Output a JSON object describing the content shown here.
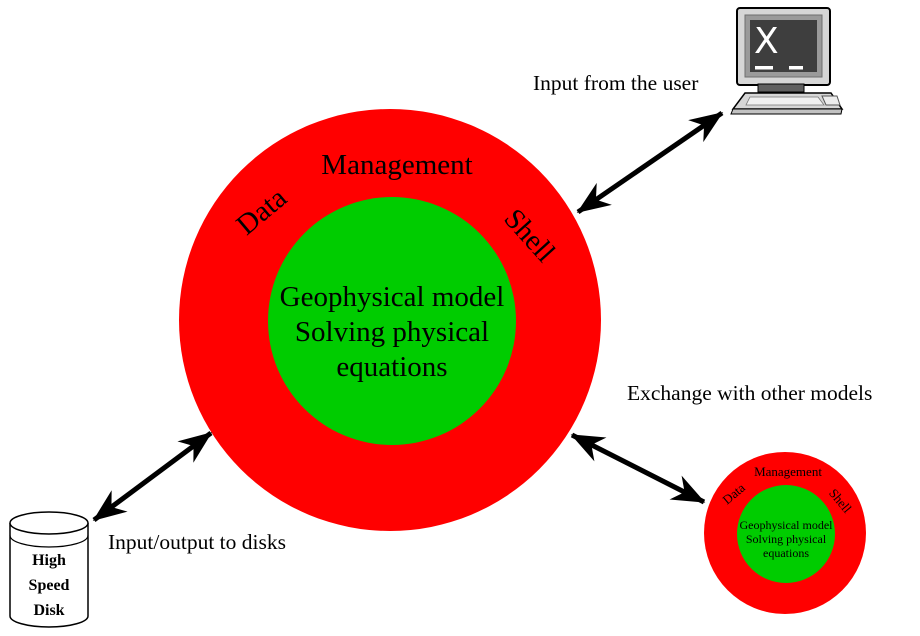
{
  "circle": {
    "management": "Management",
    "data": "Data",
    "shell": "Shell",
    "core_line1": "Geophysical model",
    "core_line2": "Solving physical",
    "core_line3": "equations"
  },
  "labels": {
    "user_input": "Input from the user",
    "exchange": "Exchange with other models",
    "disk_io": "Input/output to disks"
  },
  "disk": {
    "line1": "High",
    "line2": "Speed",
    "line3": "Disk"
  },
  "computer": {
    "screen_glyph": "X"
  },
  "colors": {
    "shell_ring": "#ff0000",
    "model_core": "#00cc00",
    "arrow": "#000000",
    "monitor_screen": "#3e3e3e",
    "chassis_gray": "#d6d6d6"
  }
}
